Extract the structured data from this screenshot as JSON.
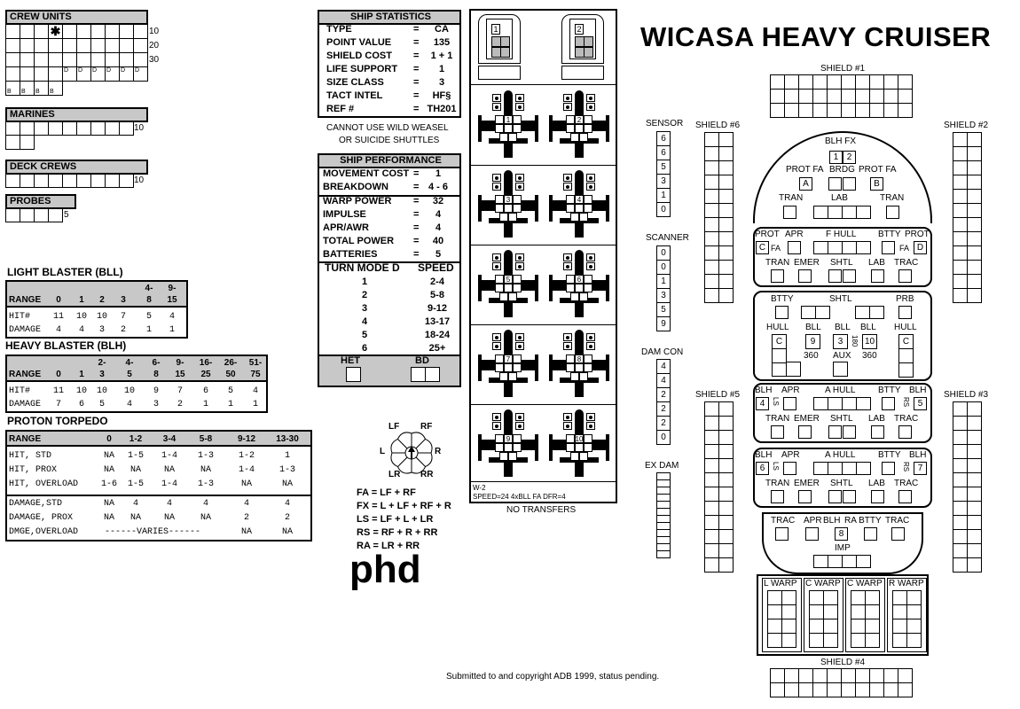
{
  "title": "WICASA HEAVY CRUISER",
  "crew_units": {
    "label": "CREW UNITS",
    "marks": [
      "10",
      "20",
      "30"
    ],
    "symbol": "✱",
    "d_mark": "D",
    "b_mark": "B"
  },
  "marines": {
    "label": "MARINES",
    "mark": "10"
  },
  "deck_crews": {
    "label": "DECK CREWS",
    "mark": "10"
  },
  "probes": {
    "label": "PROBES",
    "mark": "5"
  },
  "ship_statistics": {
    "label": "SHIP STATISTICS",
    "rows": [
      {
        "k": "TYPE",
        "v": "CA"
      },
      {
        "k": "POINT VALUE",
        "v": "135"
      },
      {
        "k": "SHIELD COST",
        "v": "1 + 1"
      },
      {
        "k": "LIFE SUPPORT",
        "v": "1"
      },
      {
        "k": "SIZE CLASS",
        "v": "3"
      },
      {
        "k": "TACT INTEL",
        "v": "HF§"
      },
      {
        "k": "REF #",
        "v": "TH201"
      }
    ],
    "eq": "="
  },
  "cannot_use": [
    "CANNOT USE WILD WEASEL",
    "OR SUICIDE SHUTTLES"
  ],
  "ship_performance": {
    "label": "SHIP PERFORMANCE",
    "rows1": [
      {
        "k": "MOVEMENT COST",
        "v": "1"
      },
      {
        "k": "BREAKDOWN",
        "v": "4 - 6"
      }
    ],
    "rows2": [
      {
        "k": "WARP POWER",
        "v": "32"
      },
      {
        "k": "IMPULSE",
        "v": "4"
      },
      {
        "k": "APR/AWR",
        "v": "4"
      },
      {
        "k": "TOTAL POWER",
        "v": "40"
      },
      {
        "k": "BATTERIES",
        "v": "5"
      }
    ],
    "turn_header": "TURN MODE D",
    "speed_header": "SPEED",
    "turn_rows": [
      {
        "t": "1",
        "s": "2-4"
      },
      {
        "t": "2",
        "s": "5-8"
      },
      {
        "t": "3",
        "s": "9-12"
      },
      {
        "t": "4",
        "s": "13-17"
      },
      {
        "t": "5",
        "s": "18-24"
      },
      {
        "t": "6",
        "s": "25+"
      }
    ],
    "het": "HET",
    "bd": "BD"
  },
  "light_blaster": {
    "title": "LIGHT BLASTER (BLL)",
    "range_label": "RANGE",
    "range_top": [
      "",
      "",
      "",
      "",
      "4-",
      "9-"
    ],
    "range_bot": [
      "0",
      "1",
      "2",
      "3",
      "8",
      "15"
    ],
    "hit_label": "HIT#",
    "hit": [
      "11",
      "10",
      "10",
      "7",
      "5",
      "4"
    ],
    "damage_label": "DAMAGE",
    "damage": [
      "4",
      "4",
      "3",
      "2",
      "1",
      "1"
    ]
  },
  "heavy_blaster": {
    "title": "HEAVY BLASTER (BLH)",
    "range_label": "RANGE",
    "range_top": [
      "",
      "",
      "2-",
      "4-",
      "6-",
      "9-",
      "16-",
      "26-",
      "51-"
    ],
    "range_bot": [
      "0",
      "1",
      "3",
      "5",
      "8",
      "15",
      "25",
      "50",
      "75"
    ],
    "hit_label": "HIT#",
    "hit": [
      "11",
      "10",
      "10",
      "10",
      "9",
      "7",
      "6",
      "5",
      "4"
    ],
    "damage_label": "DAMAGE",
    "damage": [
      "7",
      "6",
      "5",
      "4",
      "3",
      "2",
      "1",
      "1",
      "1"
    ]
  },
  "proton_torpedo": {
    "title": "PROTON TORPEDO",
    "range_label": "RANGE",
    "ranges": [
      "0",
      "1-2",
      "3-4",
      "5-8",
      "9-12",
      "13-30"
    ],
    "rows": [
      {
        "k": "HIT, STD",
        "v": [
          "NA",
          "1-5",
          "1-4",
          "1-3",
          "1-2",
          "1"
        ]
      },
      {
        "k": "HIT, PROX",
        "v": [
          "NA",
          "NA",
          "NA",
          "NA",
          "1-4",
          "1-3"
        ]
      },
      {
        "k": "HIT, OVERLOAD",
        "v": [
          "1-6",
          "1-5",
          "1-4",
          "1-3",
          "NA",
          "NA"
        ]
      }
    ],
    "rows2": [
      {
        "k": "DAMAGE,STD",
        "v": [
          "NA",
          "4",
          "4",
          "4",
          "4",
          "4"
        ]
      },
      {
        "k": "DAMAGE, PROX",
        "v": [
          "NA",
          "NA",
          "NA",
          "NA",
          "2",
          "2"
        ]
      }
    ],
    "overload_label": "DMGE,OVERLOAD",
    "varies": "------VARIES------",
    "overload_tail": [
      "NA",
      "NA"
    ]
  },
  "arcs": {
    "compass": {
      "LF": "LF",
      "RF": "RF",
      "L": "L",
      "R": "R",
      "LR": "LR",
      "RR": "RR"
    },
    "defs": [
      "FA = LF + RF",
      "FX = L + LF + RF + R",
      "LS = LF + L + LR",
      "RS = RF + R + RR",
      "RA = LR + RR"
    ]
  },
  "logo": "phd",
  "shuttles": {
    "bay_numbers": [
      "1",
      "2"
    ],
    "fighters": [
      "1",
      "2",
      "3",
      "4",
      "5",
      "6",
      "7",
      "8",
      "9",
      "10"
    ],
    "note1": "W-2",
    "note2": "SPEED=24  4xBLL FA DFR=4",
    "no_transfers": "NO TRANSFERS"
  },
  "tracks": {
    "sensor": {
      "label": "SENSOR",
      "values": [
        "6",
        "6",
        "5",
        "3",
        "1",
        "0"
      ]
    },
    "scanner": {
      "label": "SCANNER",
      "values": [
        "0",
        "0",
        "1",
        "3",
        "5",
        "9"
      ]
    },
    "dam_con": {
      "label": "DAM CON",
      "values": [
        "4",
        "4",
        "2",
        "2",
        "2",
        "0"
      ]
    },
    "ex_dam": {
      "label": "EX DAM"
    }
  },
  "shields": {
    "s1": "SHIELD #1",
    "s2": "SHIELD #2",
    "s3": "SHIELD #3",
    "s4": "SHIELD #4",
    "s5": "SHIELD #5",
    "s6": "SHIELD #6"
  },
  "ssd": {
    "blh_fx": "BLH FX",
    "n1": "1",
    "n2": "2",
    "prot_fa_l": "PROT FA",
    "brdg": "BRDG",
    "prot_fa_r": "PROT FA",
    "A": "A",
    "B": "B",
    "tran": "TRAN",
    "lab": "LAB",
    "prot": "PROT",
    "apr": "APR",
    "f_hull": "F HULL",
    "btty": "BTTY",
    "C": "C",
    "D": "D",
    "fa": "FA",
    "emer": "EMER",
    "shtl": "SHTL",
    "trac": "TRAC",
    "prb": "PRB",
    "hull": "HULL",
    "bll": "BLL",
    "n9": "9",
    "n3": "3",
    "n10": "10",
    "aux": "AUX",
    "d360": "360",
    "n180": "180",
    "blh": "BLH",
    "a_hull": "A HULL",
    "n4": "4",
    "n5": "5",
    "n6": "6",
    "n7": "7",
    "ls": "LS",
    "rs": "RS",
    "rabtty": "RA BTTY",
    "n8": "8",
    "imp": "IMP",
    "l_warp": "L WARP",
    "c_warp": "C WARP",
    "r_warp": "R WARP"
  },
  "copyright": "Submitted to and copyright ADB 1999, status pending."
}
